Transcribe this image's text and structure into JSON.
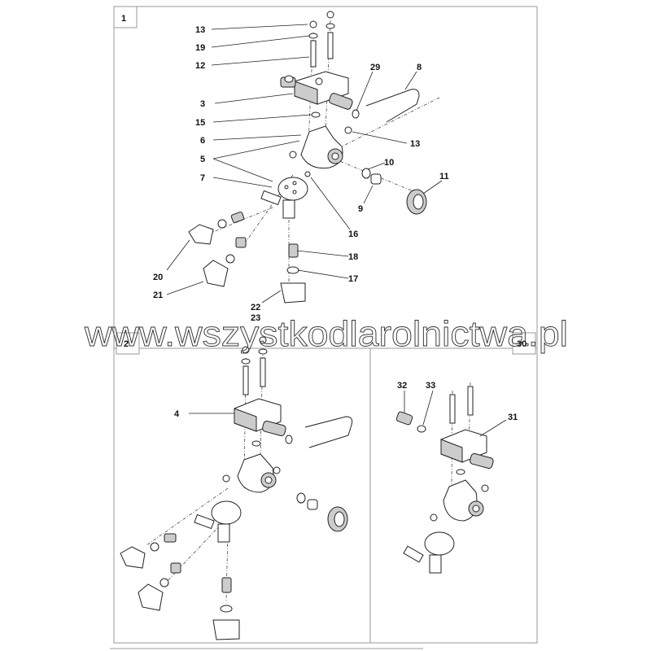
{
  "panels": [
    {
      "id": "1"
    },
    {
      "id": "2"
    },
    {
      "id": "30"
    }
  ],
  "watermark": "www.wszystkodlarolnictwa.pl",
  "callouts_panel1": [
    "13",
    "19",
    "12",
    "29",
    "8",
    "3",
    "15",
    "13",
    "6",
    "5",
    "10",
    "11",
    "7",
    "9",
    "16",
    "18",
    "20",
    "17",
    "21",
    "22",
    "23"
  ],
  "callouts_panel2": [
    "4"
  ],
  "callouts_panel30": [
    "32",
    "33",
    "31"
  ]
}
